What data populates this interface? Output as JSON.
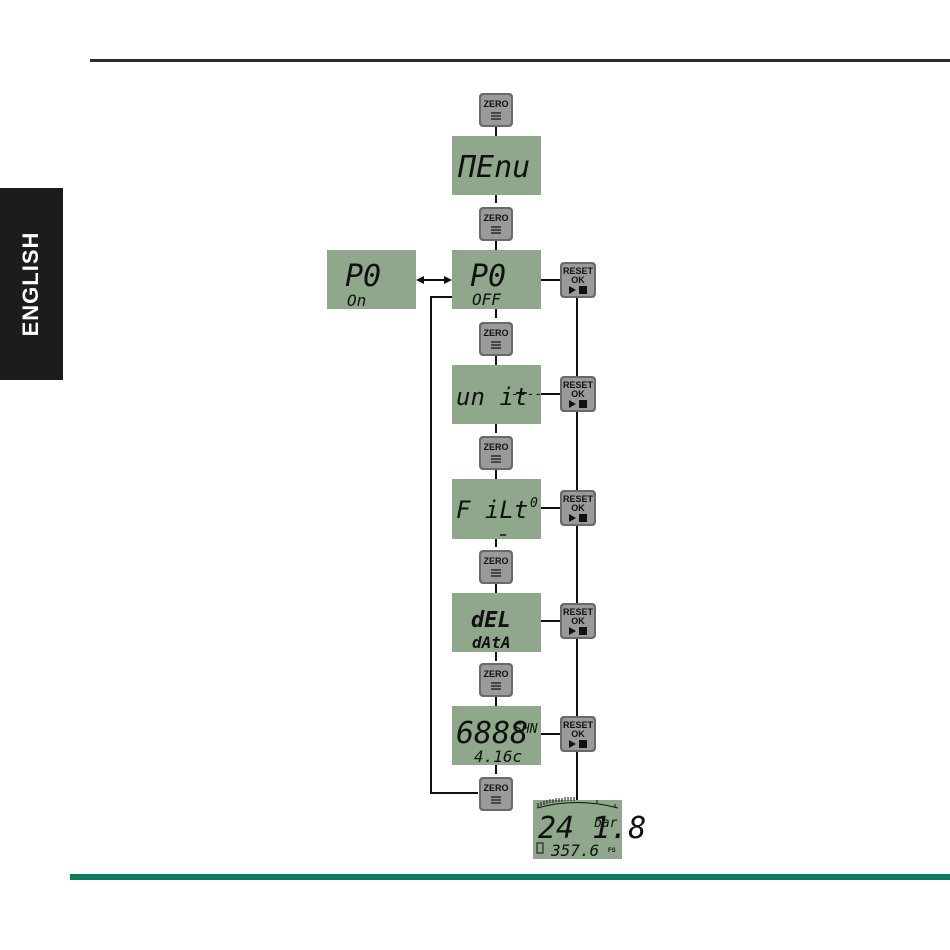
{
  "side_tab": {
    "label": "ENGLISH"
  },
  "keys": {
    "zero_label": "ZERO",
    "reset_label": "RESET",
    "ok_label": "OK"
  },
  "colors": {
    "lcd": "#8fa88c",
    "key": "#9a9a9a",
    "bottom_rule": "#0e7a5c",
    "side_tab": "#1c1c1c"
  },
  "icons": {
    "zero_key_symbol": "menu-lines-icon",
    "reset_key_symbol": "play-stop-icon",
    "link_arrow": "double-arrow-icon"
  },
  "screens": {
    "menu": {
      "main": "ΠEnu"
    },
    "p0_on": {
      "main": "P0",
      "sub": "On"
    },
    "p0_off": {
      "main": "P0",
      "sub": "OFF"
    },
    "unit": {
      "main": "un it",
      "side": "----"
    },
    "filt": {
      "main": "F iLt",
      "side": "0"
    },
    "del": {
      "main": "dEL",
      "sub": "dAtA"
    },
    "shn": {
      "main": "6888",
      "side": "SHN",
      "sub": "4.16c"
    },
    "final": {
      "main": "24 1.8",
      "unit": "bar",
      "sub": "357.6",
      "fs": "FS"
    }
  }
}
